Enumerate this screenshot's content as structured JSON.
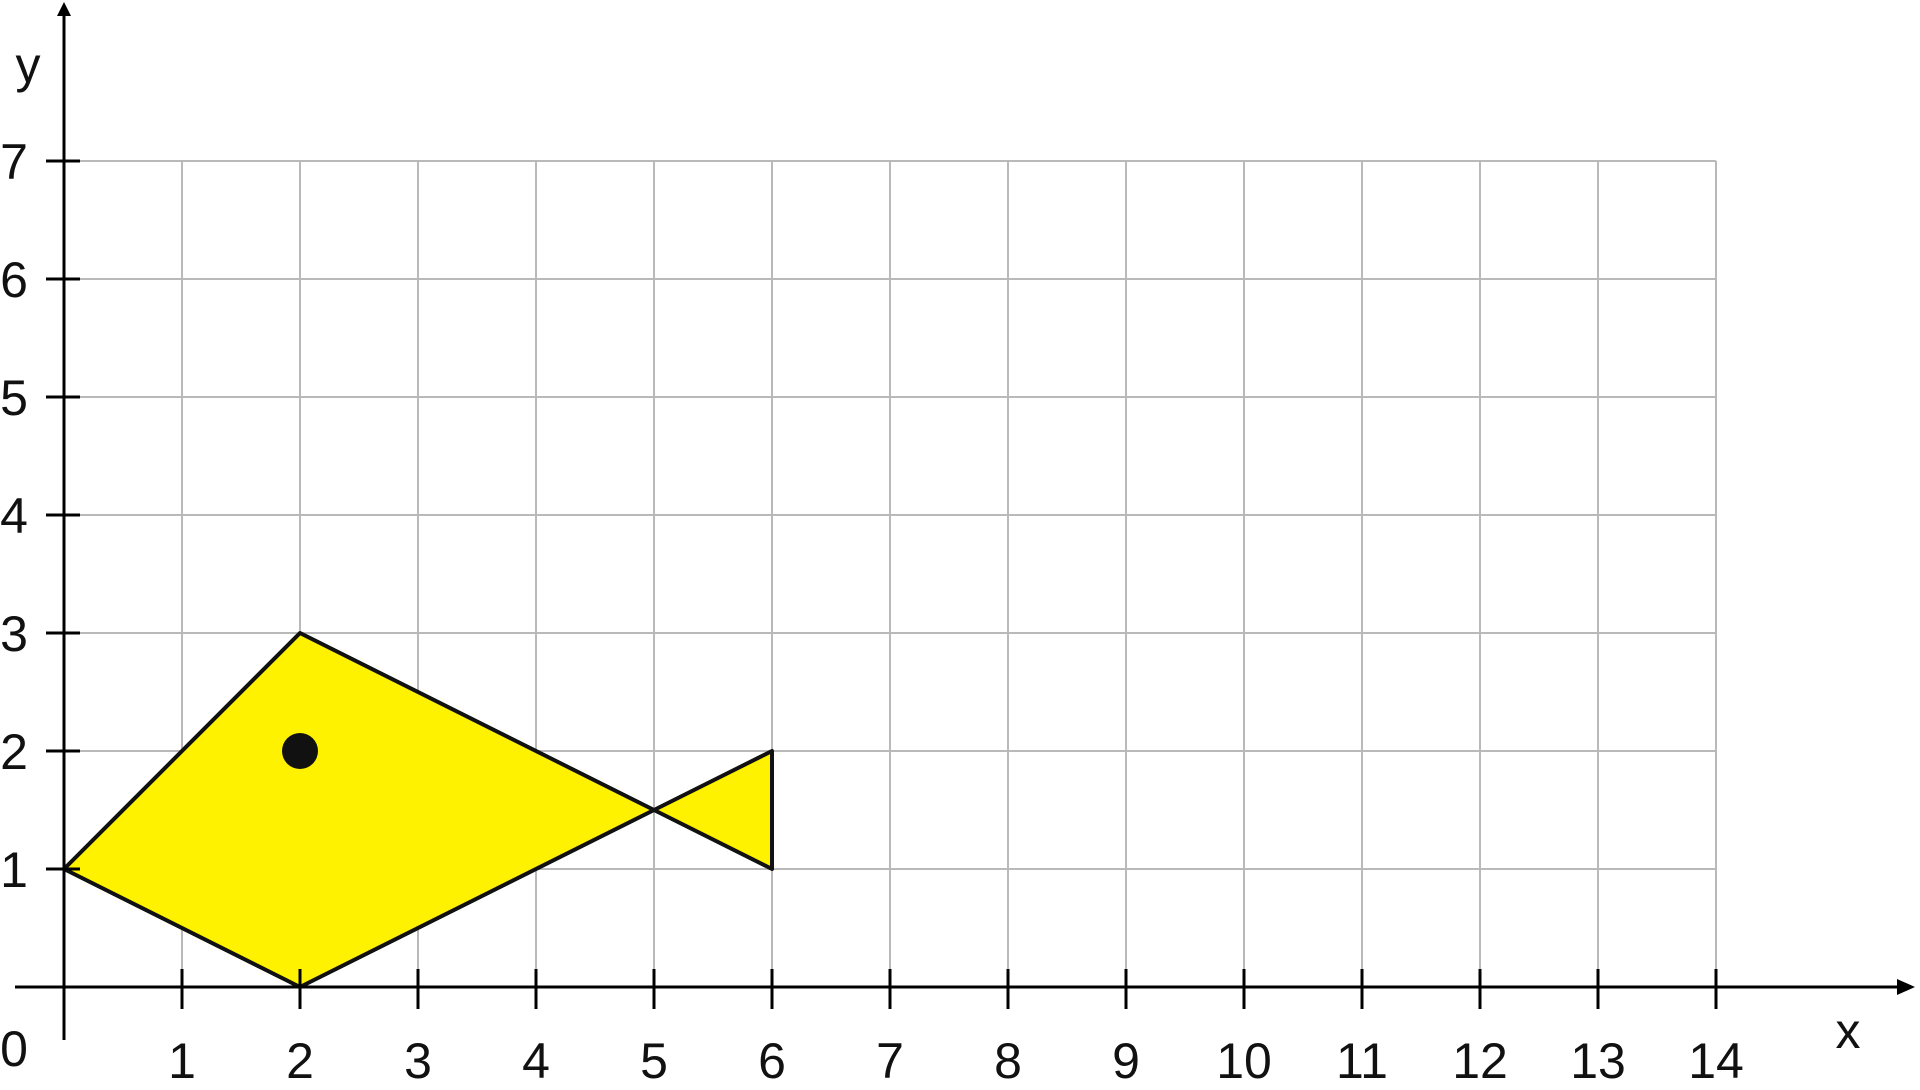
{
  "diagram": {
    "axes": {
      "x_label": "x",
      "y_label": "y",
      "origin_label": "0",
      "x_ticks": [
        "1",
        "2",
        "3",
        "4",
        "5",
        "6",
        "7",
        "8",
        "9",
        "10",
        "11",
        "12",
        "13",
        "14"
      ],
      "y_ticks": [
        "1",
        "2",
        "3",
        "4",
        "5",
        "6",
        "7"
      ]
    },
    "grid": {
      "x_range": [
        0,
        14
      ],
      "y_range": [
        0,
        7
      ],
      "visible": true
    },
    "fish": {
      "body": [
        [
          0,
          1
        ],
        [
          2,
          3
        ],
        [
          5,
          1.5
        ],
        [
          2,
          0
        ]
      ],
      "tail": [
        [
          5,
          1.5
        ],
        [
          6,
          2
        ],
        [
          6,
          1
        ]
      ],
      "eye": [
        2,
        2
      ],
      "fill_color": "#fff200",
      "outline_color": "#111111"
    },
    "colors": {
      "grid": "#b9b9b9",
      "axis": "#000000",
      "text": "#111111"
    }
  }
}
